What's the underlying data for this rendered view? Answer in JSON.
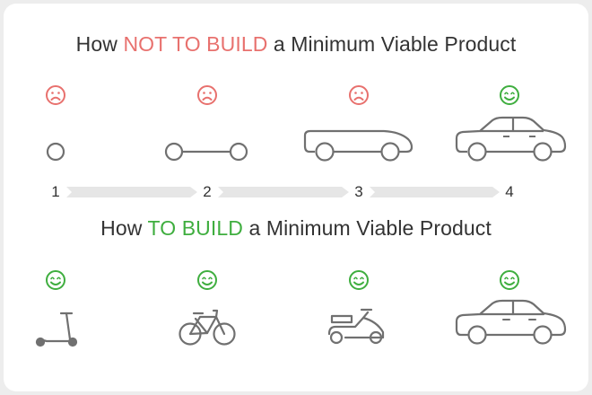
{
  "top_title": {
    "pre": "How ",
    "highlight": "NOT TO BUILD",
    "post": " a Minimum Viable Product"
  },
  "bottom_title": {
    "pre": "How ",
    "highlight": "TO BUILD",
    "post": " a Minimum Viable Product"
  },
  "steps": [
    "1",
    "2",
    "3",
    "4"
  ],
  "colors": {
    "bad": "#e8716e",
    "good": "#3fae3f",
    "stroke": "#707070",
    "arrow": "#e6e6e6"
  },
  "top_row": [
    {
      "mood": "sad-face-icon",
      "item": "wheel-icon"
    },
    {
      "mood": "sad-face-icon",
      "item": "axle-icon"
    },
    {
      "mood": "sad-face-icon",
      "item": "car-body-icon"
    },
    {
      "mood": "happy-face-icon",
      "item": "car-icon"
    }
  ],
  "bottom_row": [
    {
      "mood": "happy-face-icon",
      "item": "scooter-icon"
    },
    {
      "mood": "happy-face-icon",
      "item": "bicycle-icon"
    },
    {
      "mood": "happy-face-icon",
      "item": "motor-scooter-icon"
    },
    {
      "mood": "happy-face-icon",
      "item": "car-icon"
    }
  ]
}
